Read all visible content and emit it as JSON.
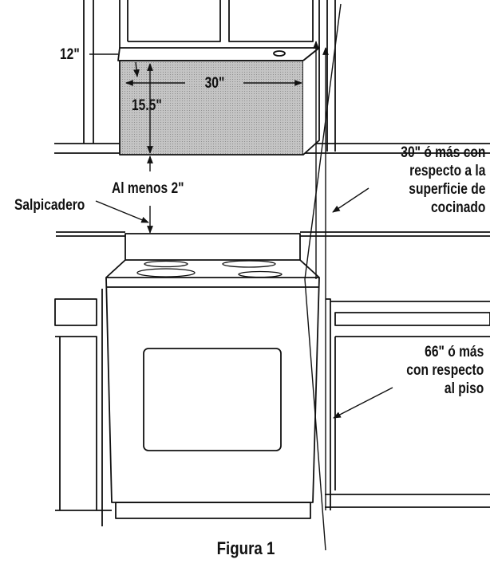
{
  "labels": {
    "dim_depth": "12\"",
    "dim_width": "30\"",
    "dim_height": "15.5\"",
    "clearance_min": "Al menos 2\"",
    "backsplash": "Salpicadero",
    "cooktop_clearance": [
      "30\" ó más con",
      "respecto a la",
      "superficie de",
      "cocinado"
    ],
    "floor_clearance": [
      "66\" ó más",
      "con respecto",
      "al piso"
    ],
    "caption": "Figura 1"
  },
  "colors": {
    "line": "#111111",
    "hood_fill": "#b4b4b4",
    "background": "#ffffff"
  }
}
